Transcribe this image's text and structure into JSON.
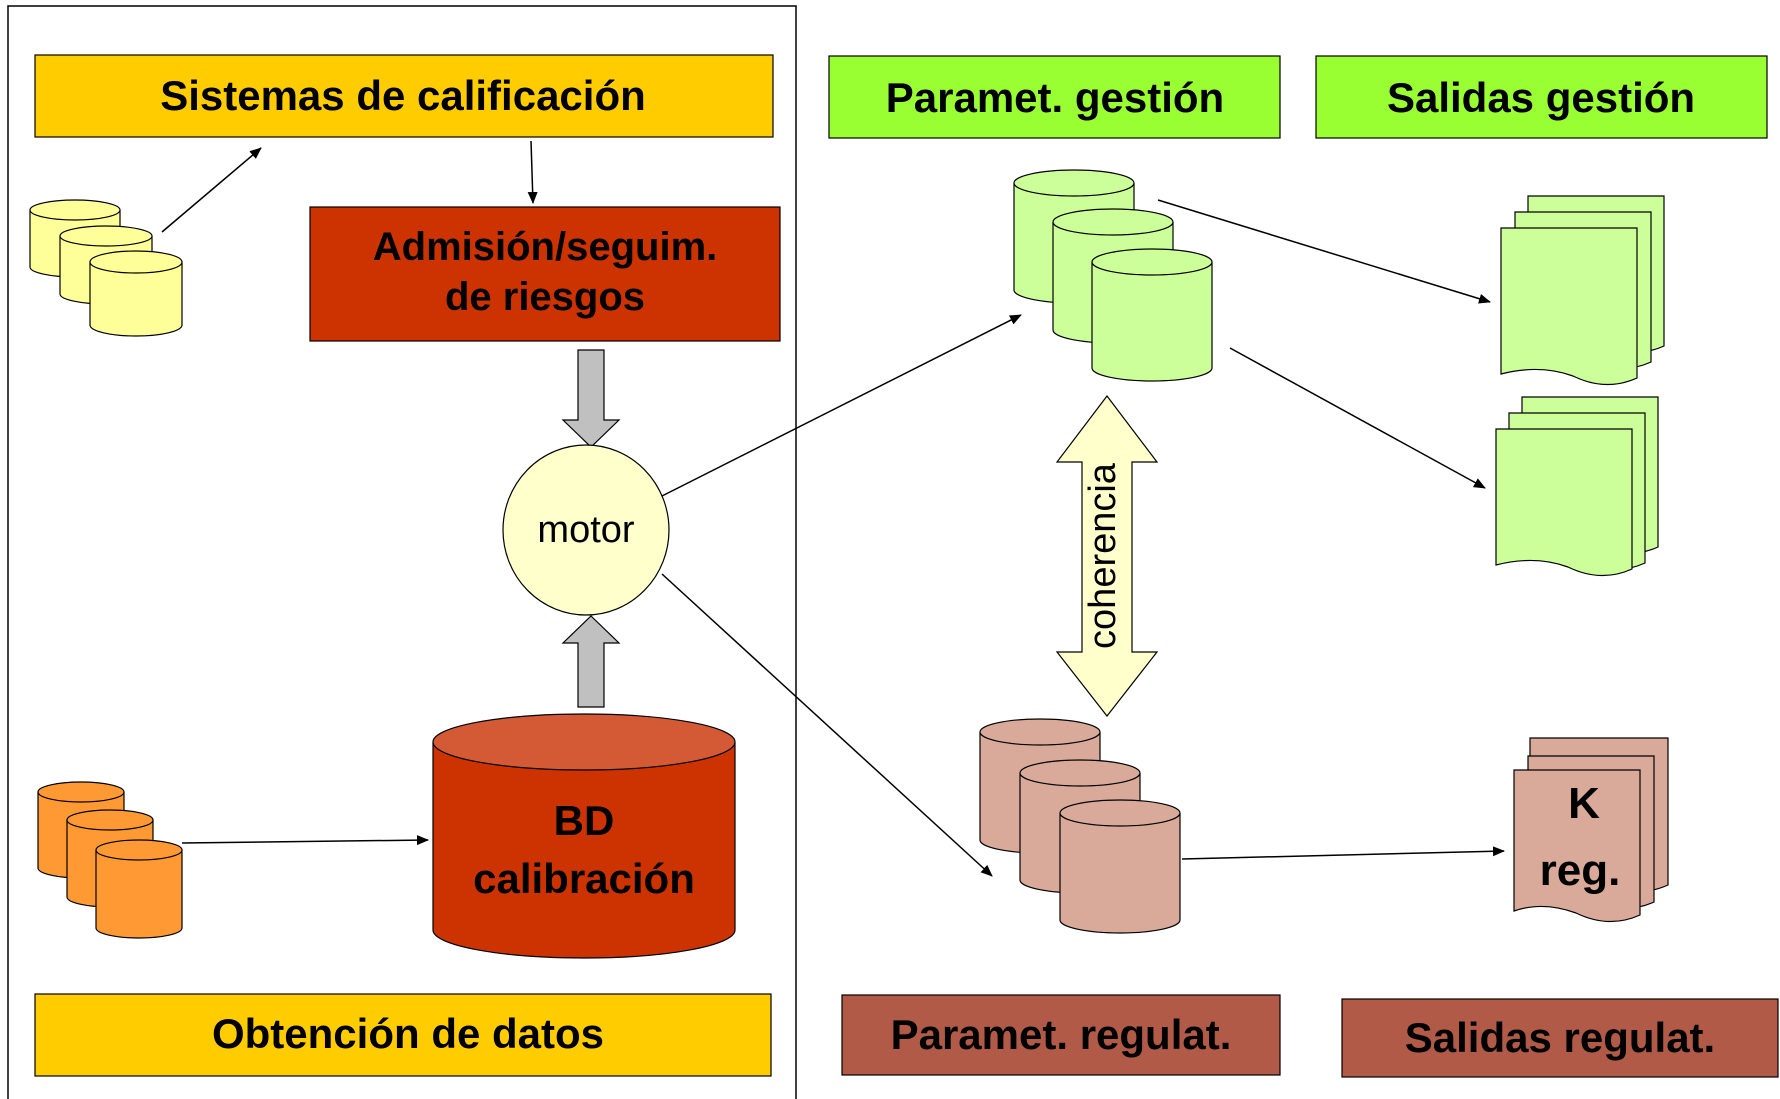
{
  "panel": {
    "calificacion": "Sistemas de calificación",
    "obtencion": "Obtención de datos"
  },
  "boxes": {
    "admision_line1": "Admisión/seguim.",
    "admision_line2": "de riesgos",
    "param_gestion": "Paramet. gestión",
    "salidas_gestion": "Salidas gestión",
    "param_regulat": "Paramet. regulat.",
    "salidas_regulat": "Salidas regulat."
  },
  "nodes": {
    "motor": "motor",
    "bd_line1": "BD",
    "bd_line2": "calibración",
    "coherencia": "coherencia",
    "k_line1": "K",
    "k_line2": "reg."
  },
  "colors": {
    "yellow_box": "#ffcc00",
    "green_box": "#99ff33",
    "red_box": "#cc3300",
    "brown_box": "#b05a47",
    "pale_yellow_db": "#ffff99",
    "orange_db": "#ff9933",
    "light_green": "#ccff99",
    "pink_brown": "#d9aa99",
    "motor_fill": "#ffffcc",
    "gray_arrow": "#c0c0c0"
  }
}
